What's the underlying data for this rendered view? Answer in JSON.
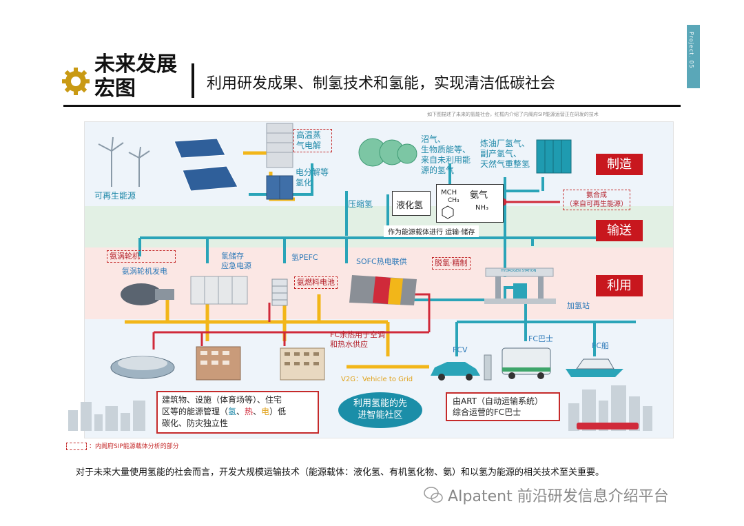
{
  "header": {
    "title": "未来发展宏图",
    "subtitle": "利用研发成果、制氢技术和氢能，实现清洁低碳社会",
    "tab_label": "Project. 05",
    "note": "如下图描述了未来的氢能社会，红框内介绍了内阁府SIP能源运营正在研发的技术"
  },
  "sections": {
    "make": "制造",
    "transport": "输送",
    "use": "利用"
  },
  "production": {
    "renewable": "可再生能源",
    "steam_electrolysis": "高温蒸\n气电解",
    "electrolysis": "电分解等\n氢化",
    "biogas": "沼气、\n生物质能等、\n来自未利用能\n源的氢气",
    "refinery": "炼油厂氢气、\n副产氢气、\n天然气重整氢",
    "compressed": "压缩氢",
    "liquid": "液化氢",
    "mch_label": "MCH",
    "ch3": "CH₃",
    "ammonia": "氨气",
    "nh3": "NH₃",
    "ammonia_synth": "氨合成\n（来自可再生能源）",
    "carrier": "作为能源载体进行 运输·储存"
  },
  "utilization": {
    "ammonia_turbine": "氨涡轮机",
    "turbine_power": "氨涡轮机发电",
    "storage": "氢储存\n应急电源",
    "pefc": "氢PEFC",
    "ammonia_fc": "氨燃料电池",
    "sofc": "SOFC热电联供",
    "dehydro": "脱氢·精制",
    "station": "加氢站",
    "station_sign": "HYDROGEN STATION"
  },
  "society": {
    "fc_heat": "FC余热用于空调\n和热水供应",
    "v2g": "V2G：Vehicle to Grid",
    "fcv": "FCV",
    "fc_bus": "FC巴士",
    "fc_ship": "FC船",
    "building_mgmt_1": "建筑物、设施（体育场等）、住宅",
    "building_mgmt_2a": "区等的能源管理（",
    "h_char": "氢",
    "sep1": "、",
    "heat_char": "热",
    "sep2": "、",
    "power_char": "电",
    "building_mgmt_2b": "）低",
    "building_mgmt_3": "碳化、防灾独立性",
    "smart_community": "利用氢能的先\n进智能社区",
    "art_bus": "由ART（自动运输系统）\n综合运营的FC巴士"
  },
  "footer": {
    "legend": "：内阁府SIP能源载体分析的部分",
    "text": "对于未来大量使用氢能的社会而言，开发大规模运输技术（能源载体：液化氢、有机氢化物、氨）和以氢为能源的相关技术至关重要。",
    "watermark": "AIpatent 前沿研发信息介绍平台"
  },
  "colors": {
    "teal_pipe": "#2aa4b8",
    "yellow_pipe": "#f2b619",
    "red_pipe": "#d02a3a",
    "badge": "#c8171e"
  }
}
